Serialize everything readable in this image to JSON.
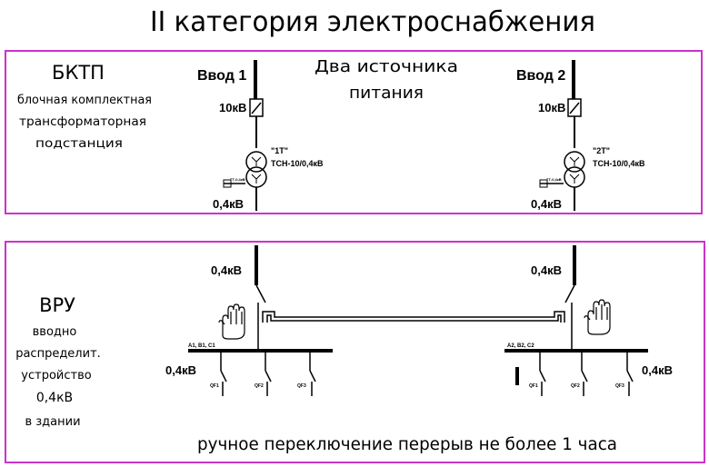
{
  "title": "II категория электроснабжения",
  "bktp": {
    "heading": "БКТП",
    "desc_lines": [
      "блочная комплектная",
      "трансформаторная",
      "подстанция"
    ],
    "sources_lines": [
      "Два  источника",
      "питания"
    ]
  },
  "vru": {
    "heading": "ВРУ",
    "desc_lines": [
      "вводно",
      "распределит.",
      "устройство",
      "0,4кВ",
      "в здании"
    ]
  },
  "input1": {
    "label": "Ввод 1",
    "hv": "10кВ",
    "trafo_name": "\"1Т\"",
    "trafo_type": "ТСН-10/0,4кВ",
    "lv_top": "0,4кВ",
    "lv_vru": "0,4кВ",
    "bus_label": "А1, В1, С1",
    "bus_voltage": "0,4кВ",
    "feeders": [
      "QF1",
      "QF2",
      "QF3"
    ],
    "tiny": "ТТ-0,4кВ"
  },
  "input2": {
    "label": "Ввод 2",
    "hv": "10кВ",
    "trafo_name": "\"2Т\"",
    "trafo_type": "ТСН-10/0,4кВ",
    "lv_top": "0,4кВ",
    "lv_vru": "0,4кВ",
    "bus_label": "А2, В2, С2",
    "bus_voltage": "0,4кВ",
    "feeders": [
      "QF1",
      "QF2",
      "QF3"
    ],
    "tiny": "ТТ-0,4кВ"
  },
  "footer": "ручное переключение перерыв не более 1 часа",
  "colors": {
    "frame": "#cc33cc",
    "line": "#000000"
  }
}
